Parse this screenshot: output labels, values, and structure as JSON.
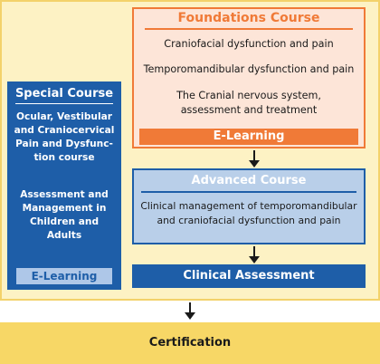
{
  "foundations": {
    "title": "Foundations Course",
    "items": [
      "Craniofacial dysfunction and pain",
      "Temporomandibular dysfunction and pain",
      "The Cranial nervous system,\nassessment and treatment"
    ],
    "elearning": "E-Learning"
  },
  "special": {
    "title": "Special Course",
    "items": [
      "Ocular, Vestibular and Craniocervical Pain and Dysfunc-tion course",
      "Assessment and Management in Children and Adults"
    ],
    "elearning": "E-Learning"
  },
  "advanced": {
    "title": "Advanced Course",
    "body": "Clinical management of temporomandibular and craniofacial dysfunction and pain"
  },
  "clinical": {
    "label": "Clinical Assessment"
  },
  "certification": {
    "label": "Certification"
  },
  "colors": {
    "orange": "#f07a37",
    "peach": "#fde5d8",
    "blue": "#1e5ea8",
    "light_blue": "#b9cfe9",
    "pale_yellow": "#fdf2c4",
    "yellow": "#f7d766"
  }
}
